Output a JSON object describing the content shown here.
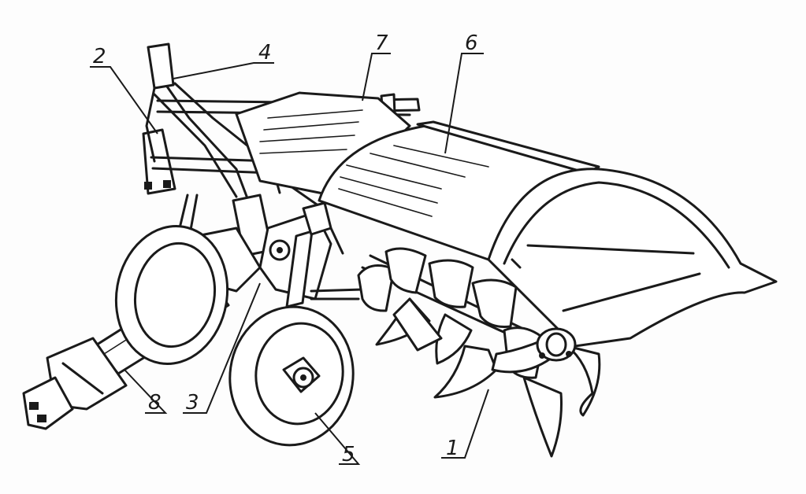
{
  "callouts": [
    {
      "id": "1",
      "label": "1"
    },
    {
      "id": "2",
      "label": "2"
    },
    {
      "id": "3",
      "label": "3"
    },
    {
      "id": "4",
      "label": "4"
    },
    {
      "id": "5",
      "label": "5"
    },
    {
      "id": "6",
      "label": "6"
    },
    {
      "id": "7",
      "label": "7"
    },
    {
      "id": "8",
      "label": "8"
    }
  ],
  "colors": {
    "ink": "#1a1a1a",
    "paper": "#fdfdfd"
  }
}
